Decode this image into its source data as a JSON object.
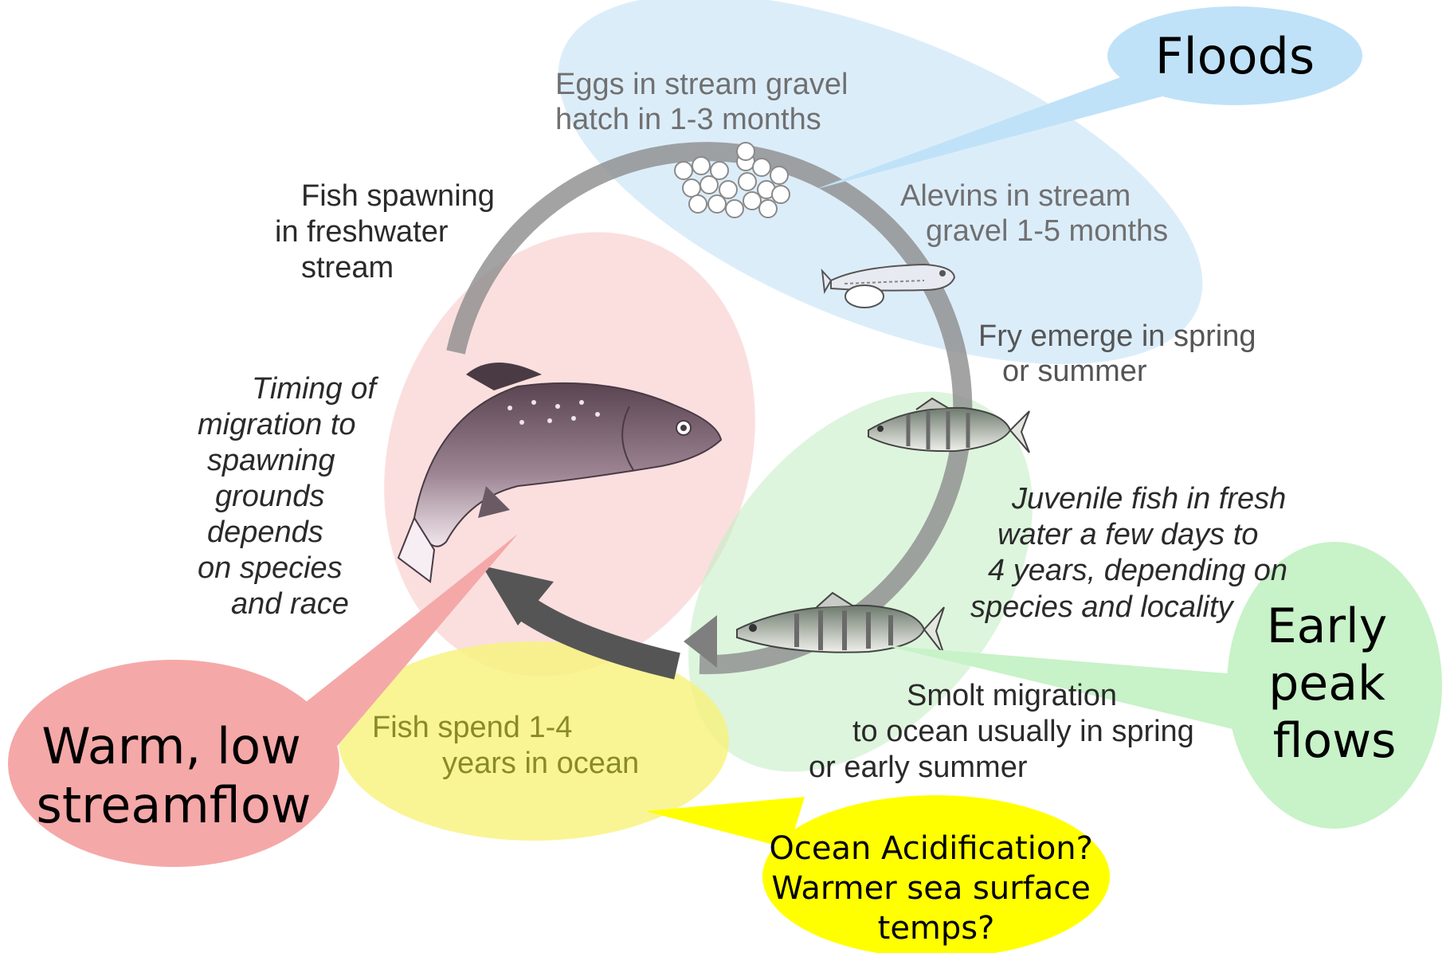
{
  "cycle_labels": {
    "eggs": [
      "Eggs in stream gravel",
      "hatch in 1-3 months"
    ],
    "alevins": [
      "Alevins in stream",
      "gravel 1-5 months"
    ],
    "fry": [
      "Fry emerge in spring",
      "or summer"
    ],
    "juvenile": [
      "Juvenile fish in fresh",
      "water a few days to",
      "4 years, depending on",
      "species and locality"
    ],
    "smolt": [
      "Smolt migration",
      "to ocean usually in spring",
      "or early summer"
    ],
    "ocean": [
      "Fish spend 1-4",
      "years in ocean"
    ],
    "spawning": [
      "Fish spawning",
      "in freshwater",
      "stream"
    ],
    "timing": [
      "Timing of",
      "migration to",
      "spawning",
      "grounds",
      "depends",
      "on species",
      "and race"
    ]
  },
  "callouts": {
    "floods": [
      "Floods"
    ],
    "peak_flows": [
      "Early",
      "peak",
      "flows"
    ],
    "streamflow": [
      "Warm, low",
      "streamflow"
    ],
    "ocean": [
      "Ocean Acidification?",
      "Warmer sea surface",
      "temps?"
    ]
  },
  "colors": {
    "blue_zone": "#cfe6f8",
    "green_zone": "#c6efc6",
    "pink_zone": "#f8c8c8",
    "yellow_zone": "#f7f27a",
    "callout_blue": "#bfe2f8",
    "callout_green": "#c8f2c8",
    "callout_pink": "#f5a8a8",
    "callout_yellow": "#ffff00",
    "cycle_arrow": "#8f8f8f",
    "stage_text": "#2a2a2a"
  },
  "icons": [
    "egg-cluster-icon",
    "alevin-icon",
    "fry-icon",
    "smolt-icon",
    "adult-salmon-icon"
  ]
}
